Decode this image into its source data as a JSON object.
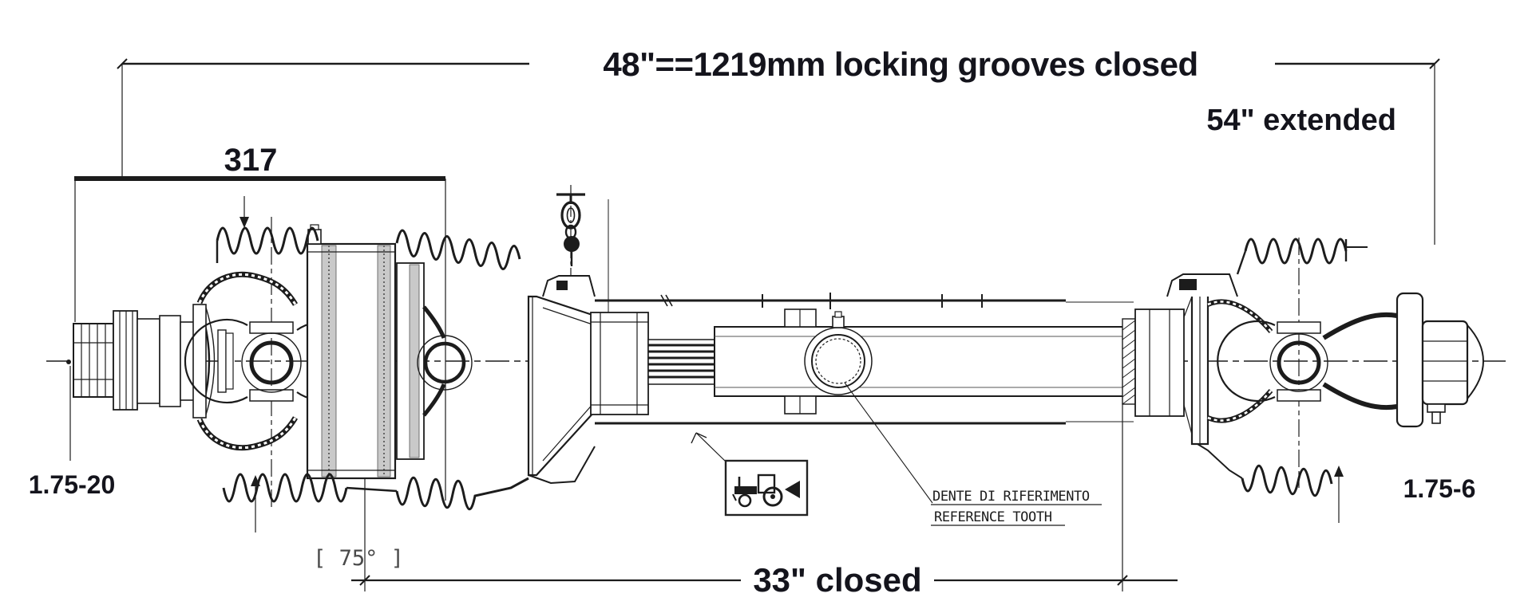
{
  "drawing": {
    "dims": {
      "overall": "48\"==1219mm locking grooves closed",
      "extended": "54\" extended",
      "hub": "317",
      "closed": "33\" closed",
      "spline_tractor": "1.75-20",
      "spline_implement": "1.75-6",
      "angle": "[ 75° ]"
    },
    "notes": {
      "reference_tooth_it": "DENTE DI RIFERIMENTO",
      "reference_tooth_en": "REFERENCE TOOTH"
    },
    "icons": {
      "tractor": "tractor-icon",
      "arrow": "left-arrow-icon"
    },
    "colors": {
      "ink": "#1c1c1c",
      "label": "#14141c",
      "shade": "#c9c9c9"
    }
  }
}
